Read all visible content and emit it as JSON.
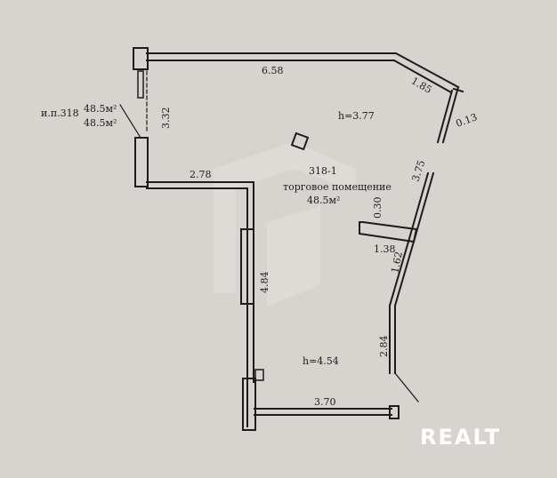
{
  "plan": {
    "room_number": "318-1",
    "room_type": "торговое помещение",
    "room_area": "48.5м²",
    "ref_label": "и.п.318",
    "ref_area_1": "48.5м²",
    "ref_area_2": "48.5м²",
    "height_top": "h=3.77",
    "height_bottom": "h=4.54"
  },
  "dimensions": {
    "top_wall": "6.58",
    "angled_wall_top": "1.85",
    "right_stub": "0.13",
    "left_dashed": "3.32",
    "inner_step": "2.78",
    "right_upper": "3.75",
    "pillar_height": "0.30",
    "pillar_width": "1.38",
    "right_middle": "1.62",
    "inner_left": "4.84",
    "right_lower": "2.84",
    "bottom_wall": "3.70"
  },
  "watermark": {
    "brand": "REALT"
  },
  "colors": {
    "background": "#d7d4cf",
    "wall": "#1c1c1c",
    "watermark": "#ffffff"
  }
}
